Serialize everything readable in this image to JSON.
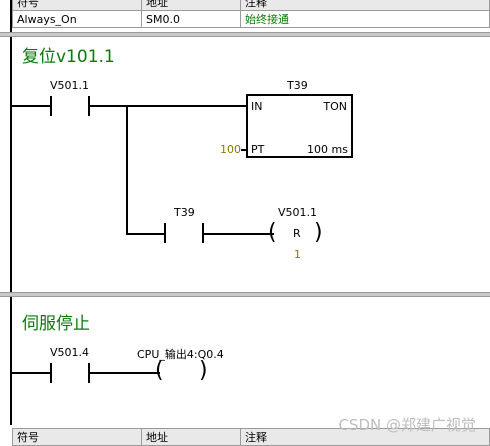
{
  "top_symbol_table": {
    "rows": [
      {
        "symbol": "符号",
        "address": "地址",
        "comment": "注释"
      },
      {
        "symbol": "Always_On",
        "address": "SM0.0",
        "comment": "始终接通"
      }
    ]
  },
  "network1": {
    "title": "复位v101.1",
    "contact1_label": "V501.1",
    "timer": {
      "name": "T39",
      "in": "IN",
      "type": "TON",
      "pt": "PT",
      "preset": "100",
      "unit": "100 ms"
    },
    "contact2_label": "T39",
    "coil_address": "V501.1",
    "coil_type": "R",
    "coil_count": "1"
  },
  "network2": {
    "title": "伺服停止",
    "contact_label": "V501.4",
    "coil_address": "CPU_输出4:Q0.4"
  },
  "bottom_symbol_table": {
    "headers": [
      "符号",
      "地址",
      "注释"
    ]
  },
  "watermark": "CSDN @郑建广视觉"
}
